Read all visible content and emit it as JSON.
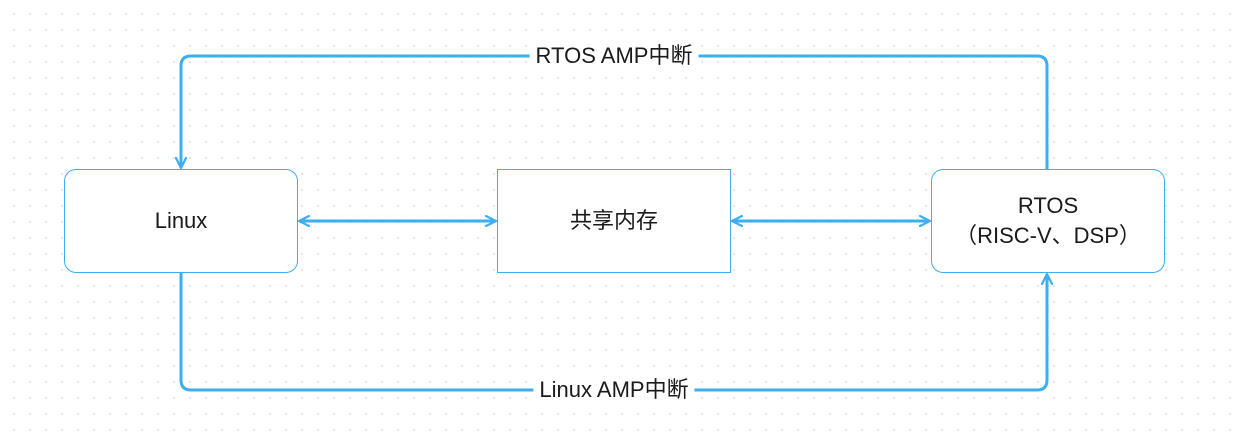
{
  "diagram": {
    "nodes": {
      "linux": {
        "label": "Linux"
      },
      "shared_memory": {
        "label": "共享内存"
      },
      "rtos": {
        "label": "RTOS",
        "sublabel": "（RISC-V、DSP）"
      }
    },
    "edges": {
      "rtos_to_linux": {
        "label": "RTOS AMP中断"
      },
      "linux_to_rtos": {
        "label": "Linux AMP中断"
      }
    },
    "colors": {
      "accent": "#3daef0",
      "node_border": "#3daef0",
      "text": "#1a1a1a"
    }
  }
}
